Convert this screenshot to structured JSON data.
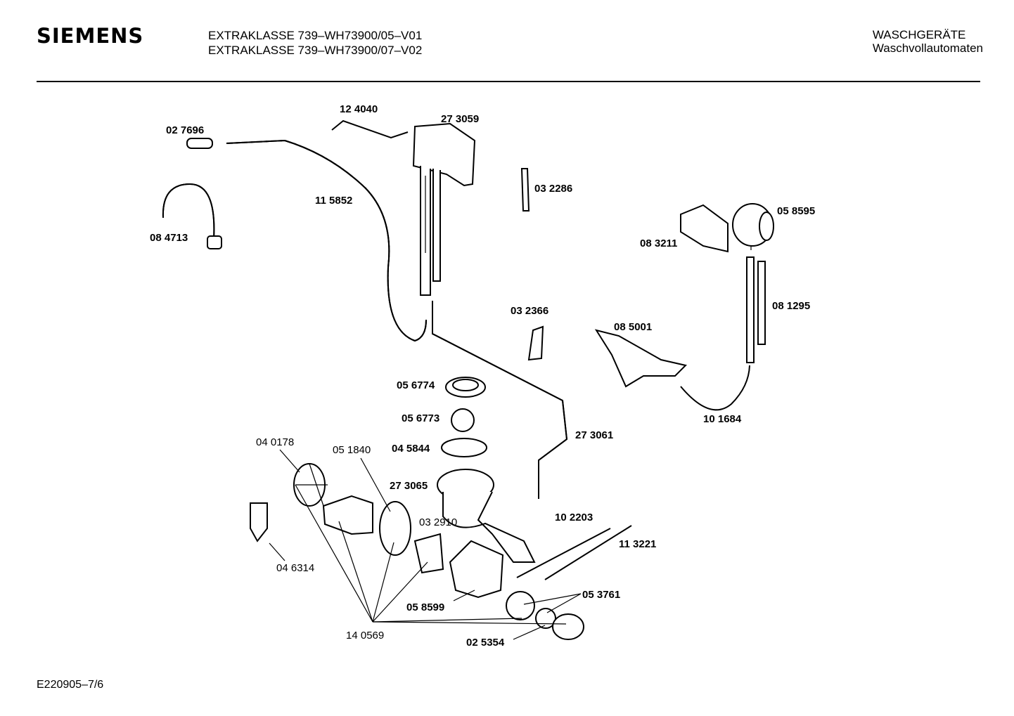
{
  "header": {
    "brand": "SIEMENS",
    "model_line_1": "EXTRAKLASSE 739–WH73900/05–V01",
    "model_line_2": "EXTRAKLASSE 739–WH73900/07–V02",
    "category": "WASCHGERÄTE",
    "subcategory": "Waschvollautomaten"
  },
  "footer": {
    "drawing_id": "E220905–7/6"
  },
  "parts": {
    "p124040": "12 4040",
    "p273059": "27 3059",
    "p027696": "02 7696",
    "p115852": "11 5852",
    "p084713": "08 4713",
    "p032286": "03 2286",
    "p058595": "05 8595",
    "p083211": "08 3211",
    "p081295": "08 1295",
    "p032366": "03 2366",
    "p085001": "08 5001",
    "p101684": "10 1684",
    "p056774": "05 6774",
    "p056773": "05 6773",
    "p045844": "04 5844",
    "p273061": "27 3061",
    "p273065": "27 3065",
    "p040178": "04 0178",
    "p051840": "05 1840",
    "p032910": "03 2910",
    "p102203": "10 2203",
    "p113221": "11 3221",
    "p046314": "04 6314",
    "p058599": "05 8599",
    "p053761": "05 3761",
    "p140569": "14 0569",
    "p025354": "02 5354"
  }
}
